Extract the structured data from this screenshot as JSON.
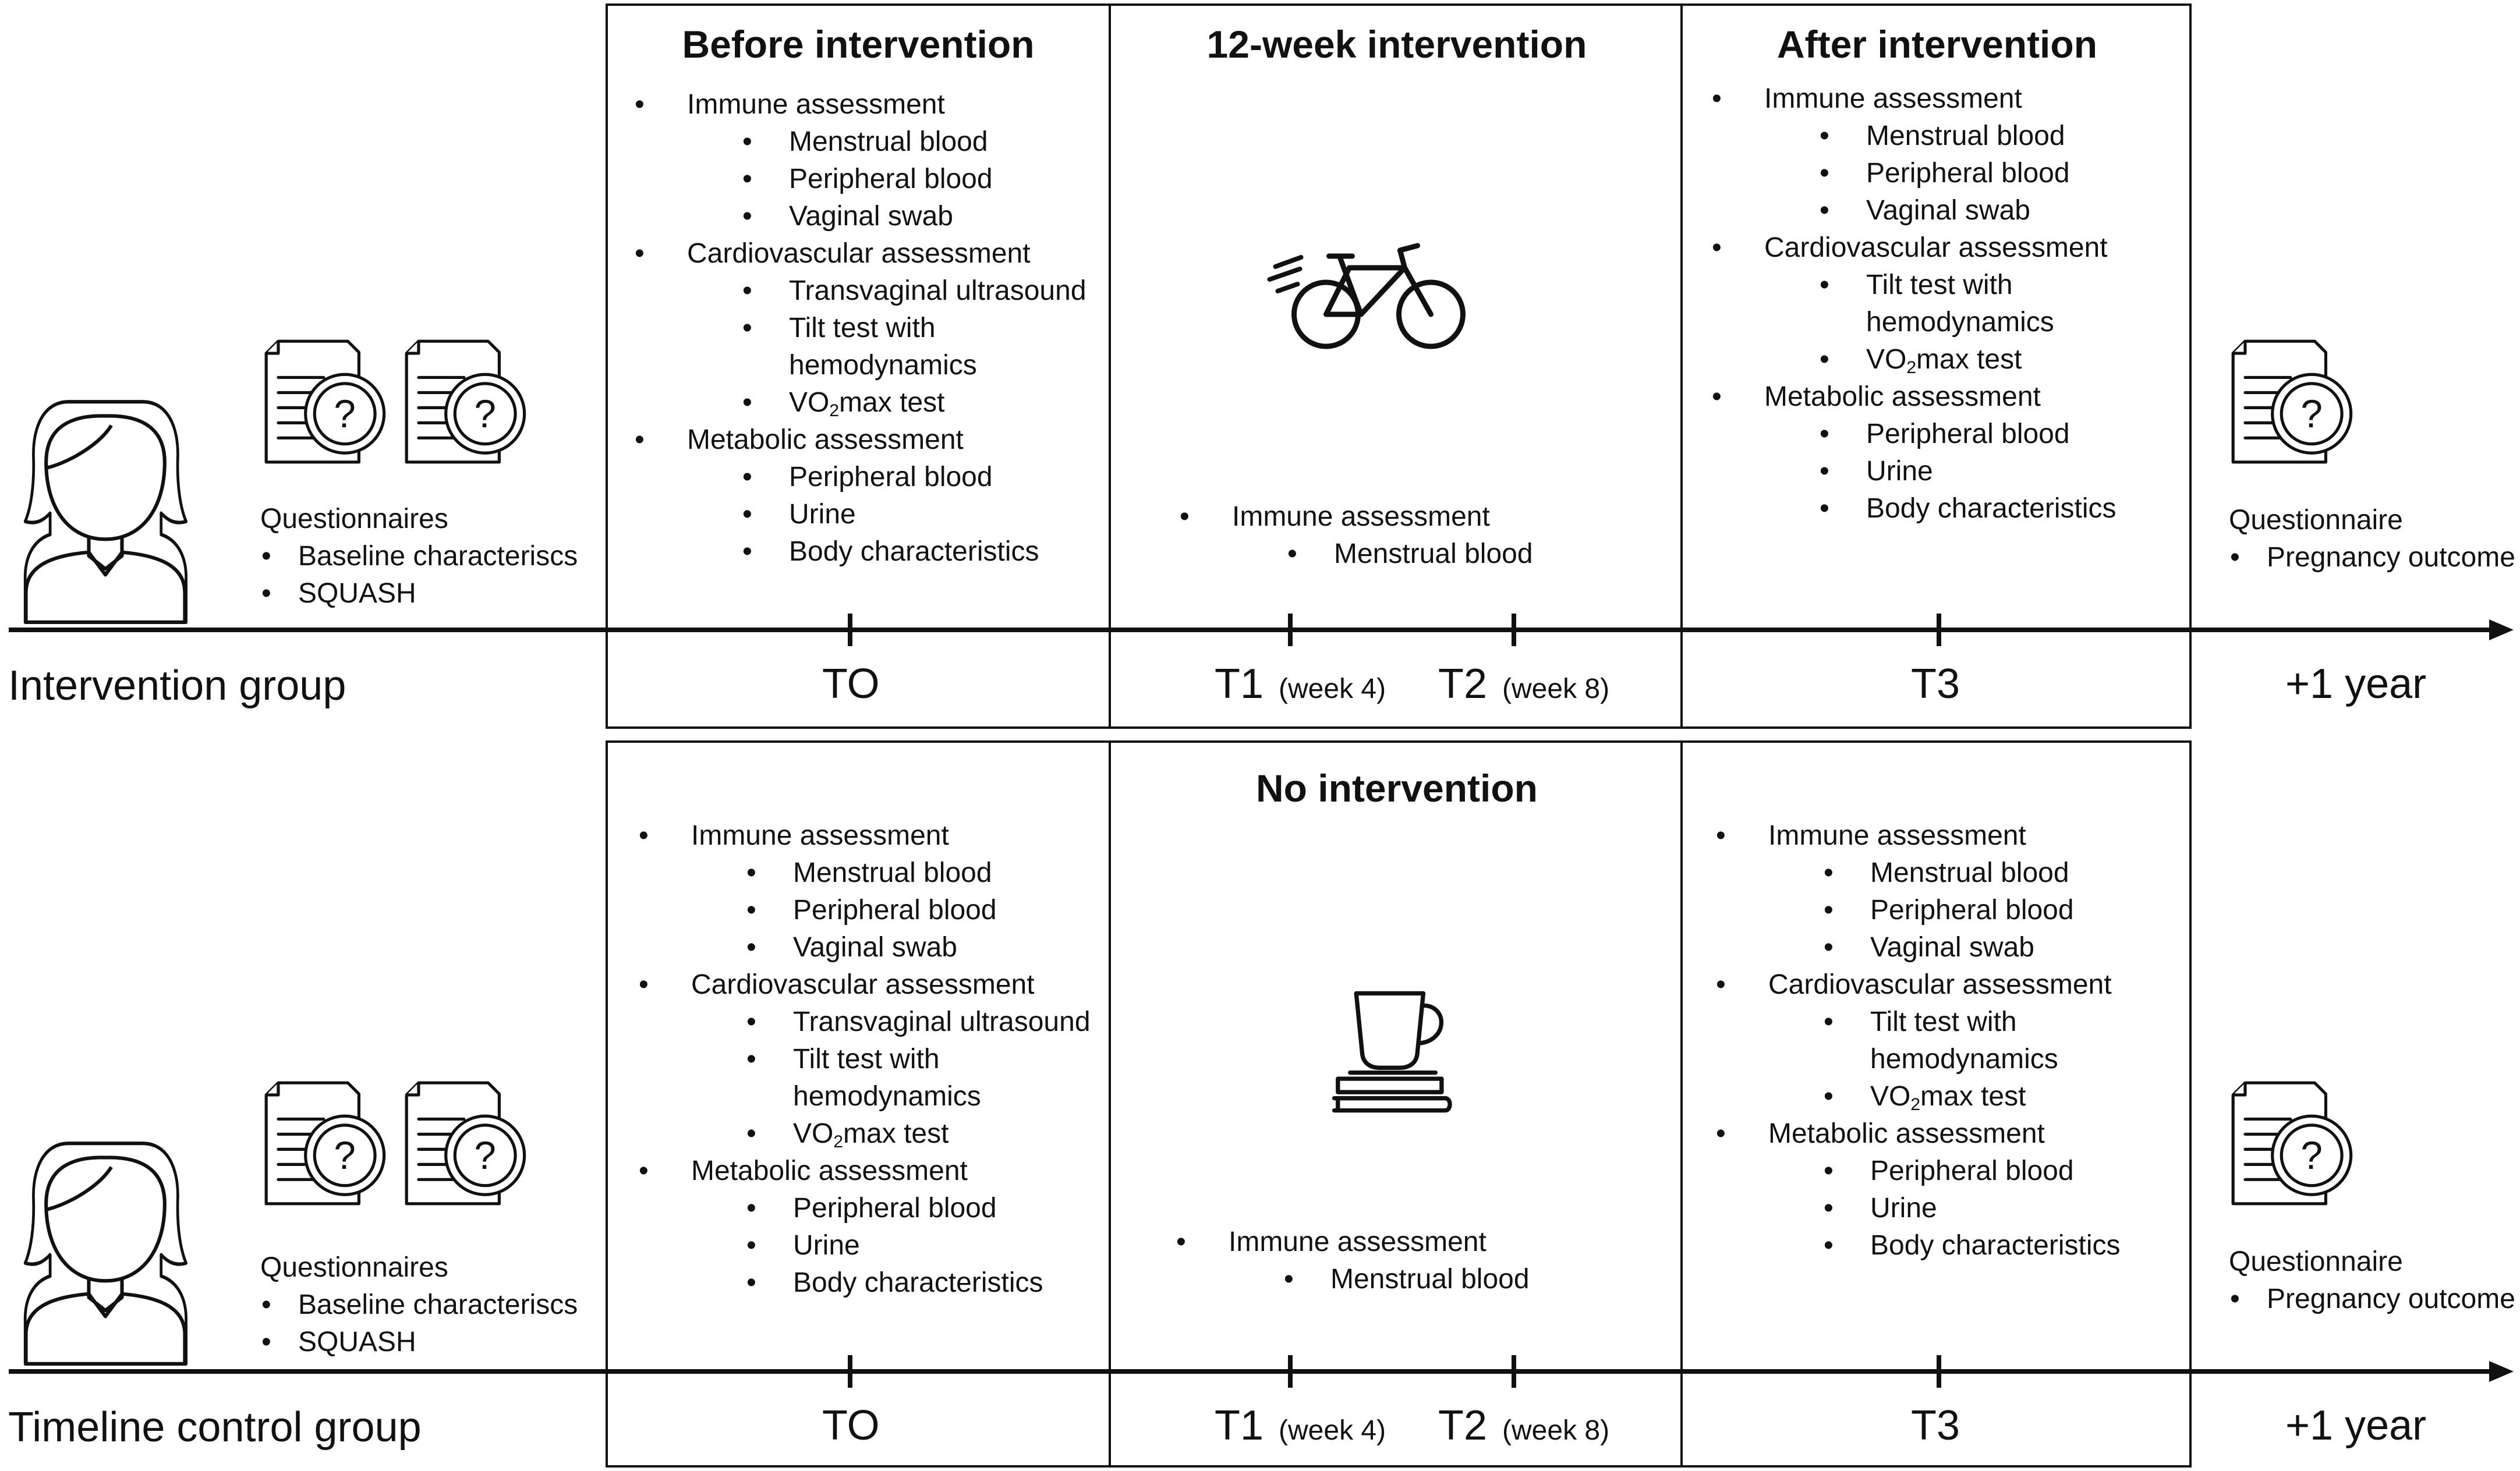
{
  "groups": [
    {
      "label": "Intervention group",
      "questionnaires_title": "Questionnaires",
      "questionnaires": [
        "Baseline characteriscs",
        "SQUASH"
      ],
      "phases": [
        {
          "header": "Before intervention",
          "items": [
            {
              "label": "Immune assessment",
              "sub": [
                "Menstrual blood",
                "Peripheral blood",
                "Vaginal swab"
              ]
            },
            {
              "label": "Cardiovascular assessment",
              "sub": [
                "Transvaginal ultrasound",
                "Tilt test with\nhemodynamics",
                "VO2max test"
              ]
            },
            {
              "label": "Metabolic assessment",
              "sub": [
                "Peripheral blood",
                "Urine",
                "Body characteristics"
              ]
            }
          ]
        },
        {
          "header": "12-week intervention",
          "icon": "bicycle-icon",
          "items": [
            {
              "label": "Immune assessment",
              "sub": [
                "Menstrual blood"
              ]
            }
          ]
        },
        {
          "header": "After intervention",
          "items": [
            {
              "label": "Immune assessment",
              "sub": [
                "Menstrual blood",
                "Peripheral blood",
                "Vaginal swab"
              ]
            },
            {
              "label": "Cardiovascular assessment",
              "sub": [
                "Tilt test with\nhemodynamics",
                "VO2max test"
              ]
            },
            {
              "label": "Metabolic assessment",
              "sub": [
                "Peripheral blood",
                "Urine",
                "Body characteristics"
              ]
            }
          ]
        }
      ],
      "timepoints": [
        {
          "label": "TO",
          "note": ""
        },
        {
          "label": "T1",
          "note": "(week 4)"
        },
        {
          "label": "T2",
          "note": "(week 8)"
        },
        {
          "label": "T3",
          "note": ""
        }
      ],
      "followup": {
        "label": "+1 year",
        "questionnaire_title": "Questionnaire",
        "questionnaire_item": "Pregnancy outcome"
      }
    },
    {
      "label": "Timeline control group",
      "questionnaires_title": "Questionnaires",
      "questionnaires": [
        "Baseline characteriscs",
        "SQUASH"
      ],
      "phases": [
        {
          "header": "",
          "items": [
            {
              "label": "Immune assessment",
              "sub": [
                "Menstrual blood",
                "Peripheral blood",
                "Vaginal swab"
              ]
            },
            {
              "label": "Cardiovascular assessment",
              "sub": [
                "Transvaginal ultrasound",
                "Tilt test with\nhemodynamics",
                "VO2max test"
              ]
            },
            {
              "label": "Metabolic assessment",
              "sub": [
                "Peripheral blood",
                "Urine",
                "Body characteristics"
              ]
            }
          ]
        },
        {
          "header": "No intervention",
          "icon": "coffee-cup-books-icon",
          "items": [
            {
              "label": "Immune assessment",
              "sub": [
                "Menstrual blood"
              ]
            }
          ]
        },
        {
          "header": "",
          "items": [
            {
              "label": "Immune assessment",
              "sub": [
                "Menstrual blood",
                "Peripheral blood",
                "Vaginal swab"
              ]
            },
            {
              "label": "Cardiovascular assessment",
              "sub": [
                "Tilt test with\nhemodynamics",
                "VO2max test"
              ]
            },
            {
              "label": "Metabolic assessment",
              "sub": [
                "Peripheral blood",
                "Urine",
                "Body characteristics"
              ]
            }
          ]
        }
      ],
      "timepoints": [
        {
          "label": "TO",
          "note": ""
        },
        {
          "label": "T1",
          "note": "(week 4)"
        },
        {
          "label": "T2",
          "note": "(week 8)"
        },
        {
          "label": "T3",
          "note": ""
        }
      ],
      "followup": {
        "label": "+1 year",
        "questionnaire_title": "Questionnaire",
        "questionnaire_item": "Pregnancy outcome"
      }
    }
  ],
  "icons": {
    "person": "person-icon",
    "questionnaire": "questionnaire-document-icon"
  }
}
